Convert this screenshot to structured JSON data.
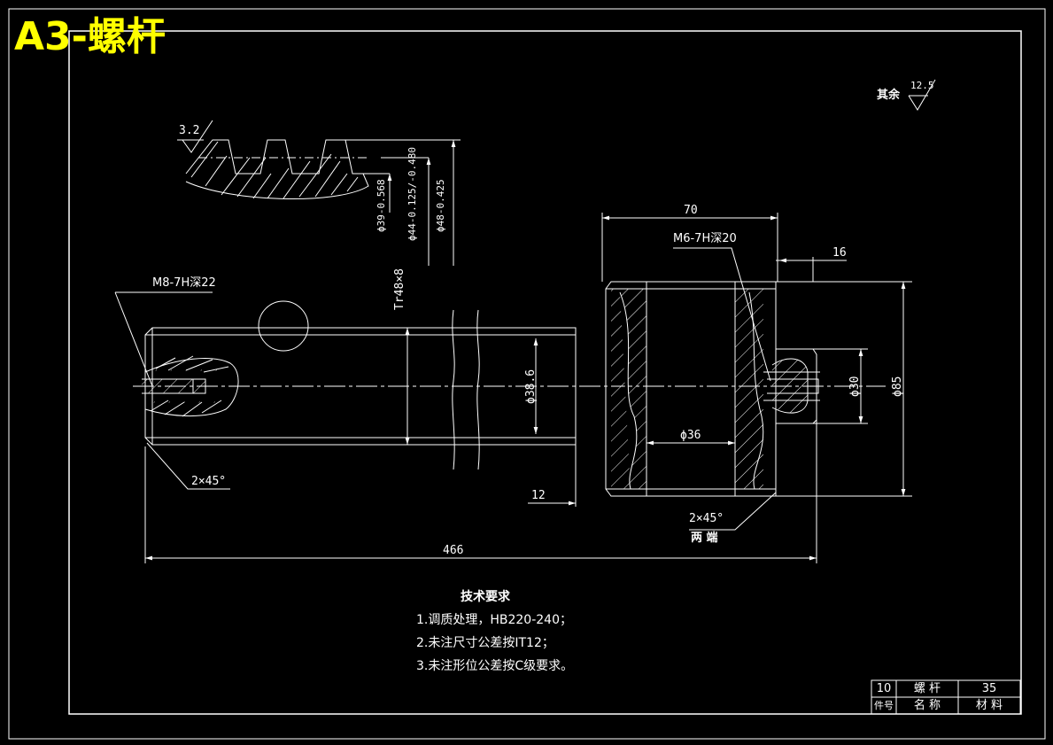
{
  "title": "A3-螺杆",
  "surface_finish": {
    "label": "其余",
    "value": "12.5",
    "thread_value": "3.2"
  },
  "thread_profile": {
    "dims": [
      "ϕ39-0.568",
      "ϕ44-0.125/-0.480",
      "ϕ48-0.425"
    ]
  },
  "labels": {
    "m8_hole": "M8-7H深22",
    "thread": "Tr48×8",
    "chamfer_left": "2×45°",
    "dia_38_6": "ϕ38.6",
    "dim_466": "466",
    "dim_12": "12",
    "dim_70": "70",
    "m6_hole": "M6-7H深20",
    "dim_16": "16",
    "dia_30": "ϕ30",
    "dia_85": "ϕ85",
    "dia_36": "ϕ36",
    "chamfer_right": "2×45°",
    "both_ends": "两  端"
  },
  "requirements": {
    "heading": "技术要求",
    "items": [
      "1.调质处理，HB220-240；",
      "2.未注尺寸公差按IT12；",
      "3.未注形位公差按C级要求。"
    ]
  },
  "title_block": {
    "row1": [
      "10",
      "螺  杆",
      "35"
    ],
    "row2": [
      "件号",
      "名  称",
      "材  料"
    ]
  },
  "colors": {
    "background": "#000000",
    "line": "#ffffff",
    "title": "#ffff00"
  }
}
